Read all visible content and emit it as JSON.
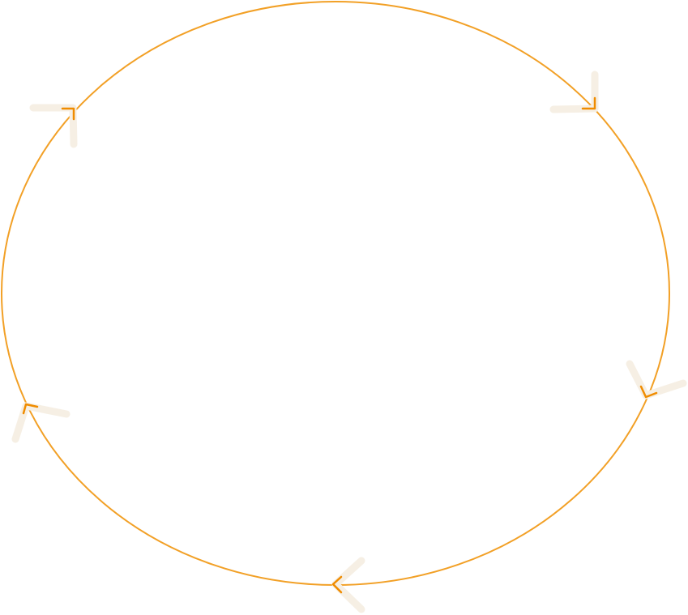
{
  "diagram": {
    "type": "cycle",
    "direction": "clockwise",
    "arrow_count": 5,
    "icons": [
      "arrowhead-icon",
      "arrowhead-icon",
      "arrowhead-icon",
      "arrowhead-icon",
      "arrowhead-icon"
    ]
  },
  "colors": {
    "ring": "#f2a026",
    "arrowhead": "#f08c00",
    "arrow_halo": "#f6efe4",
    "background": "#ffffff"
  }
}
